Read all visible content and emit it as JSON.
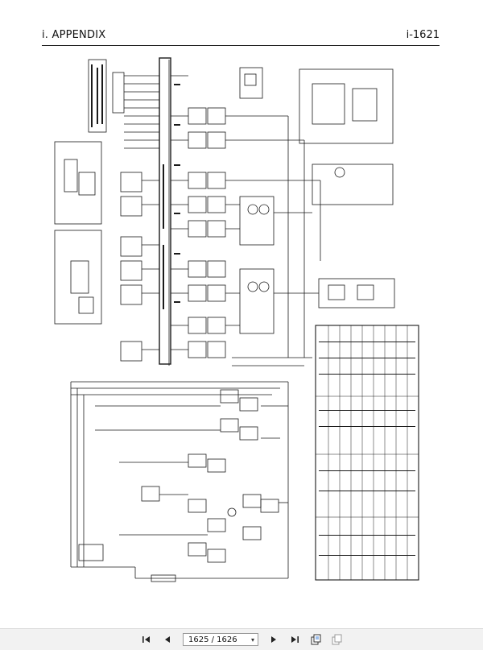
{
  "document": {
    "header_title": "i. APPENDIX",
    "header_page": "i-1621"
  },
  "viewer": {
    "page_indicator": "1625 / 1626",
    "icons": [
      "first-page-icon",
      "prev-page-icon",
      "next-page-icon",
      "last-page-icon",
      "fit-page-icon",
      "fit-width-icon"
    ]
  },
  "colors": {
    "line": "#1a1a1a",
    "toolbar_bg": "#f2f2f2"
  }
}
